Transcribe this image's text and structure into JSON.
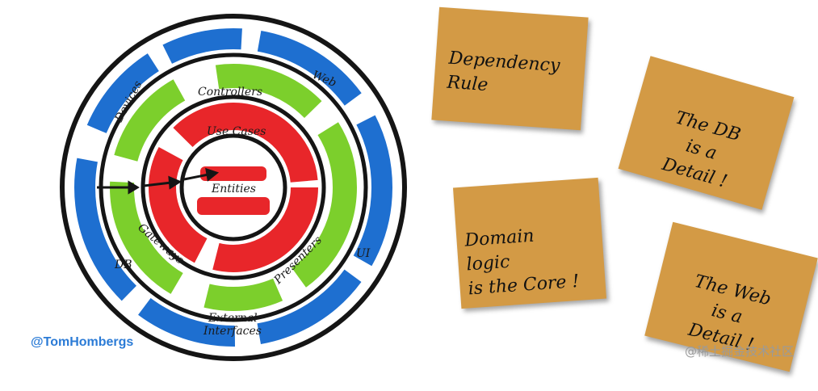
{
  "diagram": {
    "rings": {
      "outer": [
        "Devices",
        "Web",
        "DB",
        "UI",
        "External Interfaces"
      ],
      "green": [
        "Controllers",
        "Gateways",
        "Presenters"
      ],
      "red": [
        "Use Cases"
      ],
      "core": [
        "Entities"
      ]
    },
    "colors": {
      "blue": "#1e6fd0",
      "green": "#7ccf2c",
      "red": "#e8262a",
      "ink": "#151515"
    },
    "arrow_icon": "arrow-right-icon"
  },
  "labels": {
    "devices": "Devices",
    "web": "Web",
    "db": "DB",
    "ui": "UI",
    "external": "External",
    "interfaces": "Interfaces",
    "controllers": "Controllers",
    "gateways": "Gateways",
    "presenters": "Presenters",
    "use_cases": "Use Cases",
    "entities": "Entities"
  },
  "notes": {
    "dependency": "Dependency\nRule",
    "db_detail": "The DB\nis a\nDetail !",
    "domain_logic": "Domain\nlogic\nis the Core !",
    "web_detail": "The Web\nis a\nDetail !"
  },
  "note_color": "#d39a45",
  "handle": "@TomHombergs",
  "watermark": "@稀土掘金技术社区"
}
